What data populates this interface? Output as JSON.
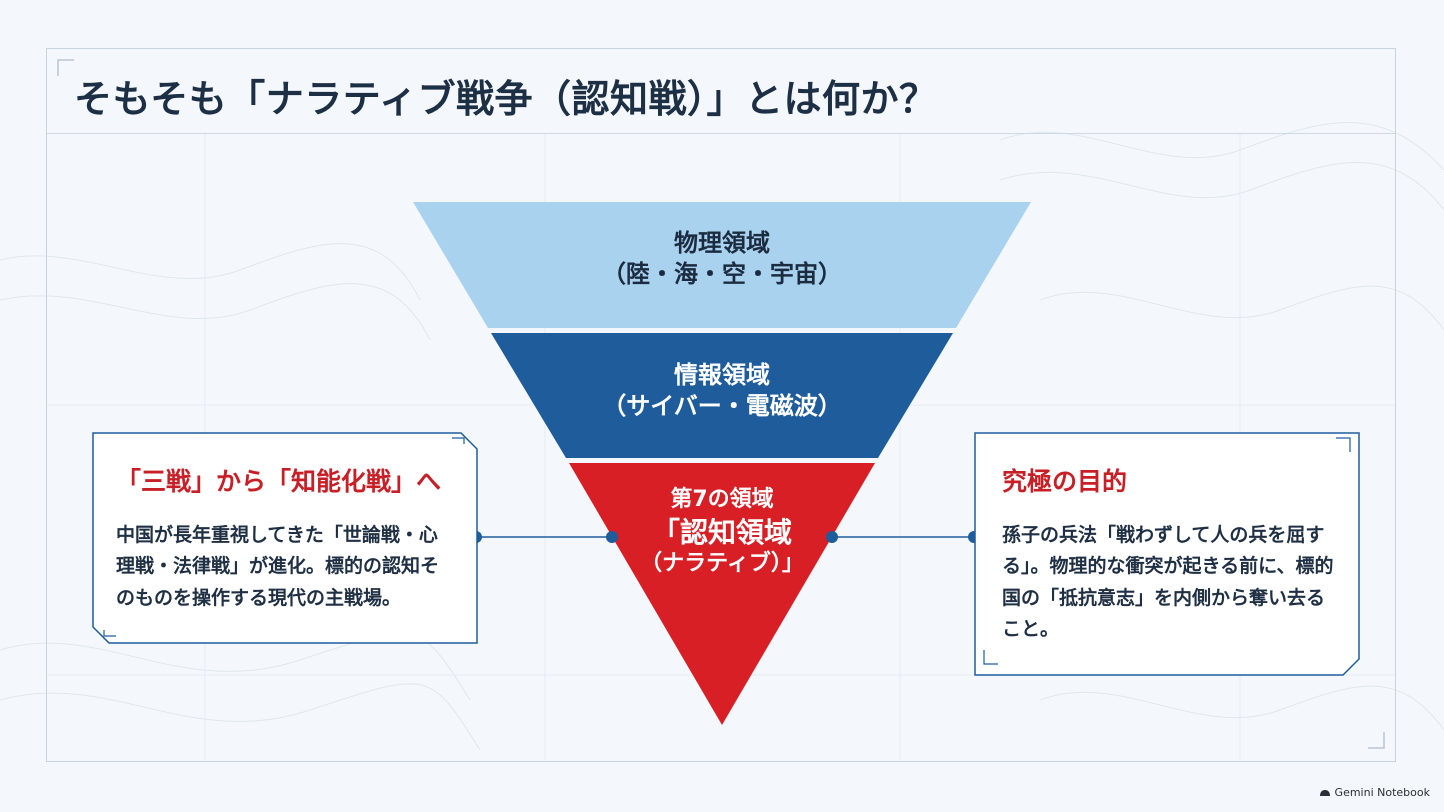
{
  "title": "そもそも「ナラティブ戦争（認知戦）」とは何か？",
  "funnel": {
    "tiers": [
      {
        "line1": "物理領域",
        "line2": "（陸・海・空・宇宙）",
        "color": "#a9d2ef"
      },
      {
        "line1": "情報領域",
        "line2": "（サイバー・電磁波）",
        "color": "#1f5c9c"
      },
      {
        "line1": "第7の領域",
        "line2": "「認知領域",
        "line3": "（ナラティブ）」",
        "color": "#d71f25"
      }
    ]
  },
  "left_card": {
    "heading": "「三戦」から「知能化戦」へ",
    "body": "中国が長年重視してきた「世論戦・心理戦・法律戦」が進化。標的の認知そのものを操作する現代の主戦場。"
  },
  "right_card": {
    "heading": "究極の目的",
    "body": "孫子の兵法「戦わずして人の兵を屈する」。物理的な衝突が起きる前に、標的国の「抵抗意志」を内側から奪い去ること。"
  },
  "watermark": "Gemini Notebook",
  "colors": {
    "accent_red": "#c81e26",
    "navy": "#1f5c9c",
    "light_blue": "#a9d2ef",
    "connector": "#1f5c9c"
  }
}
